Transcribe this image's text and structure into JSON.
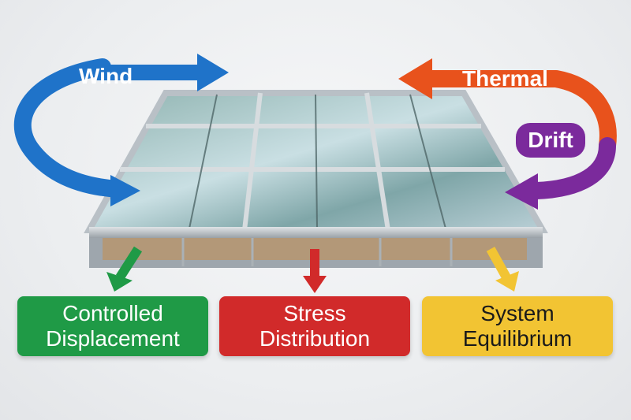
{
  "arrows": {
    "wind": {
      "label": "Wind",
      "color": "#1f73c9"
    },
    "thermal": {
      "label": "Thermal",
      "color": "#e8521c"
    },
    "drift": {
      "label": "Drift",
      "color": "#7b2a9c"
    }
  },
  "boxes": [
    {
      "label": "Controlled\nDisplacement",
      "color": "#1f9a46",
      "text_color": "#ffffff"
    },
    {
      "label": "Stress\nDistribution",
      "color": "#d12a2a",
      "text_color": "#ffffff"
    },
    {
      "label": "System\nEquilibrium",
      "color": "#f2c433",
      "text_color": "#1a1a1a"
    }
  ]
}
